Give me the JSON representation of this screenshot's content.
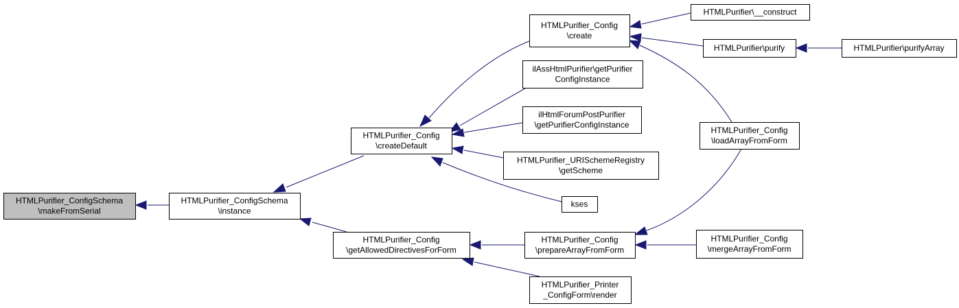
{
  "colors": {
    "node_fill": "#ffffff",
    "highlight_fill": "#bfbfbf",
    "node_border": "#000000",
    "edge": "#191970"
  },
  "nodes": [
    {
      "id": "makeFromSerial",
      "lines": [
        "HTMLPurifier_ConfigSchema",
        "\\makeFromSerial"
      ],
      "highlight": true
    },
    {
      "id": "instance",
      "lines": [
        "HTMLPurifier_ConfigSchema",
        "\\instance"
      ]
    },
    {
      "id": "createDefault",
      "lines": [
        "HTMLPurifier_Config",
        "\\createDefault"
      ]
    },
    {
      "id": "getAllowed",
      "lines": [
        "HTMLPurifier_Config",
        "\\getAllowedDirectivesForForm"
      ]
    },
    {
      "id": "create",
      "lines": [
        "HTMLPurifier_Config",
        "\\create"
      ]
    },
    {
      "id": "ilAss",
      "lines": [
        "ilAssHtmlPurifier\\getPurifier",
        "ConfigInstance"
      ]
    },
    {
      "id": "ilHtml",
      "lines": [
        "ilHtmlForumPostPurifier",
        "\\getPurifierConfigInstance"
      ]
    },
    {
      "id": "uriScheme",
      "lines": [
        "HTMLPurifier_URISchemeRegistry",
        "\\getScheme"
      ]
    },
    {
      "id": "kses",
      "lines": [
        "kses"
      ]
    },
    {
      "id": "prepareArray",
      "lines": [
        "HTMLPurifier_Config",
        "\\prepareArrayFromForm"
      ]
    },
    {
      "id": "printerRender",
      "lines": [
        "HTMLPurifier_Printer",
        "_ConfigForm\\render"
      ]
    },
    {
      "id": "construct",
      "lines": [
        "HTMLPurifier\\__construct"
      ]
    },
    {
      "id": "purify",
      "lines": [
        "HTMLPurifier\\purify"
      ]
    },
    {
      "id": "loadArray",
      "lines": [
        "HTMLPurifier_Config",
        "\\loadArrayFromForm"
      ]
    },
    {
      "id": "mergeArray",
      "lines": [
        "HTMLPurifier_Config",
        "\\mergeArrayFromForm"
      ]
    },
    {
      "id": "purifyArray",
      "lines": [
        "HTMLPurifier\\purifyArray"
      ]
    }
  ],
  "edges": [
    {
      "from": "instance",
      "to": "makeFromSerial"
    },
    {
      "from": "createDefault",
      "to": "instance"
    },
    {
      "from": "getAllowed",
      "to": "instance"
    },
    {
      "from": "create",
      "to": "createDefault"
    },
    {
      "from": "ilAss",
      "to": "createDefault"
    },
    {
      "from": "ilHtml",
      "to": "createDefault"
    },
    {
      "from": "uriScheme",
      "to": "createDefault"
    },
    {
      "from": "kses",
      "to": "createDefault"
    },
    {
      "from": "prepareArray",
      "to": "getAllowed"
    },
    {
      "from": "printerRender",
      "to": "getAllowed"
    },
    {
      "from": "construct",
      "to": "create"
    },
    {
      "from": "purify",
      "to": "create"
    },
    {
      "from": "loadArray",
      "to": "create"
    },
    {
      "from": "loadArray",
      "to": "prepareArray"
    },
    {
      "from": "mergeArray",
      "to": "prepareArray"
    },
    {
      "from": "purifyArray",
      "to": "purify"
    }
  ]
}
